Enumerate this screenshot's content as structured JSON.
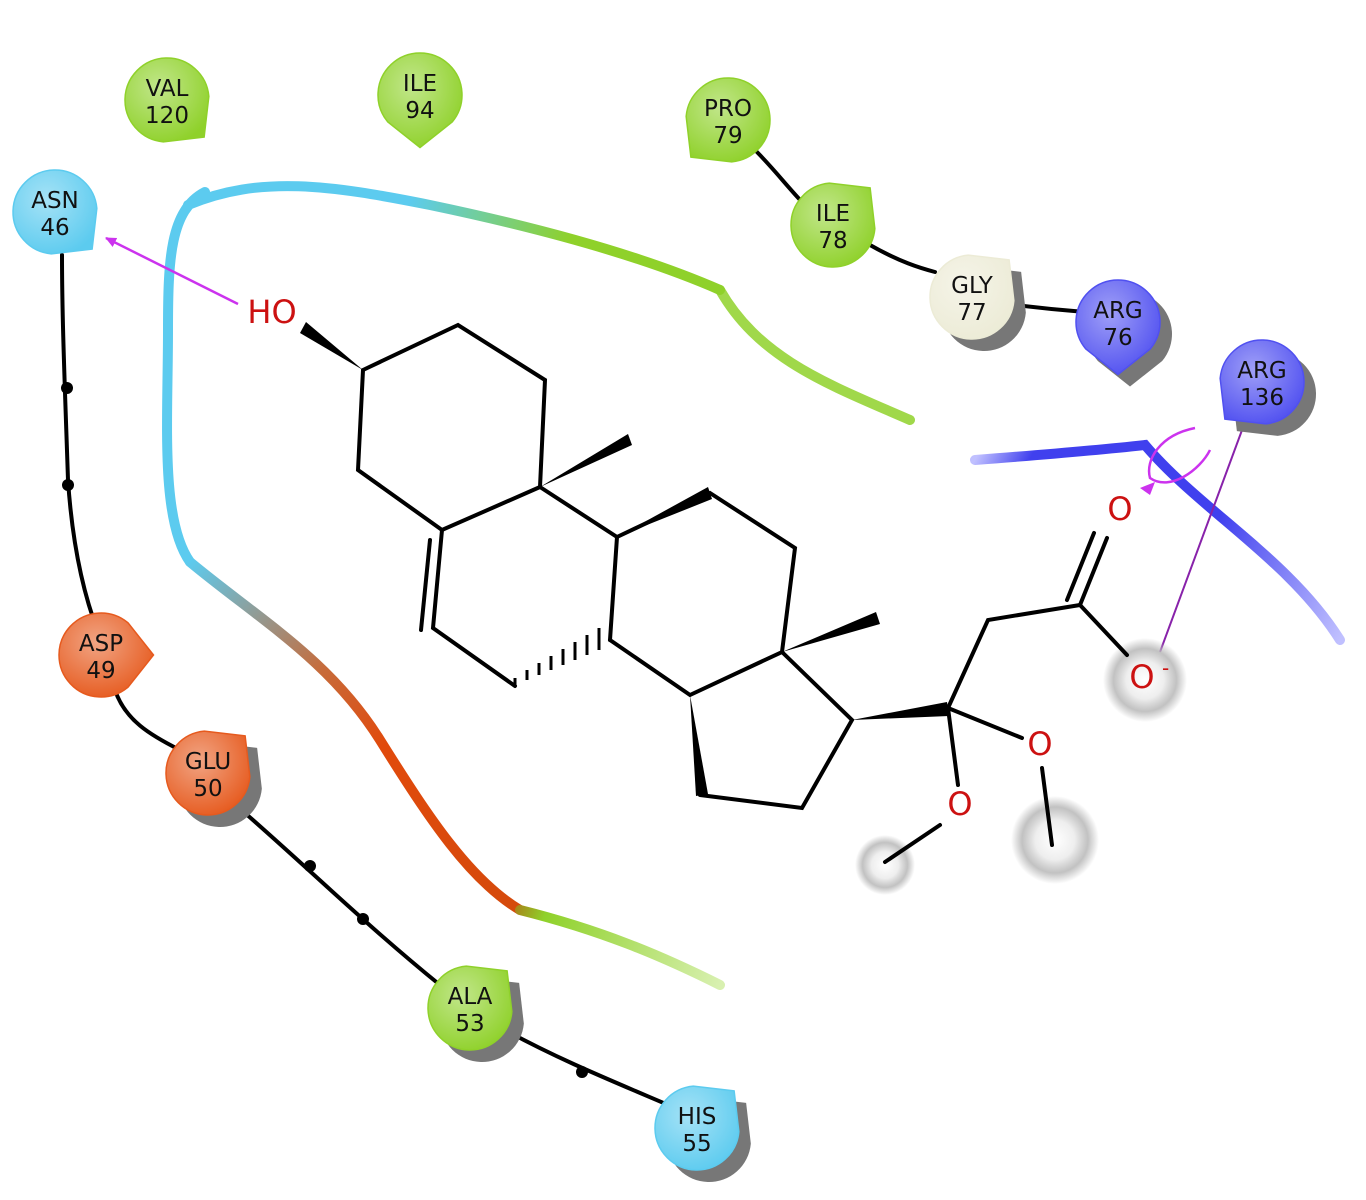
{
  "residues": [
    {
      "id": "val120",
      "name": "VAL",
      "num": "120",
      "fill": "#8fd12a",
      "pointer": "br",
      "shadow": false
    },
    {
      "id": "ile94",
      "name": "ILE",
      "num": "94",
      "fill": "#8fd12a",
      "pointer": "b",
      "shadow": false
    },
    {
      "id": "pro79",
      "name": "PRO",
      "num": "79",
      "fill": "#8fd12a",
      "pointer": "bl",
      "shadow": false
    },
    {
      "id": "ile78",
      "name": "ILE",
      "num": "78",
      "fill": "#8fd12a",
      "pointer": "tr",
      "shadow": false
    },
    {
      "id": "gly77",
      "name": "GLY",
      "num": "77",
      "fill": "#ecebd6",
      "pointer": "tr",
      "shadow": true
    },
    {
      "id": "arg76",
      "name": "ARG",
      "num": "76",
      "fill": "#5050f0",
      "pointer": "b",
      "shadow": true
    },
    {
      "id": "arg136",
      "name": "ARG",
      "num": "136",
      "fill": "#5050f0",
      "pointer": "bl",
      "shadow": true
    },
    {
      "id": "asn46",
      "name": "ASN",
      "num": "46",
      "fill": "#5ccbef",
      "pointer": "br",
      "shadow": false
    },
    {
      "id": "asp49",
      "name": "ASP",
      "num": "49",
      "fill": "#e65a1e",
      "pointer": "r",
      "shadow": false
    },
    {
      "id": "glu50",
      "name": "GLU",
      "num": "50",
      "fill": "#e65a1e",
      "pointer": "tr",
      "shadow": true
    },
    {
      "id": "ala53",
      "name": "ALA",
      "num": "53",
      "fill": "#8fd12a",
      "pointer": "tr",
      "shadow": true
    },
    {
      "id": "his55",
      "name": "HIS",
      "num": "55",
      "fill": "#5ccbef",
      "pointer": "tr",
      "shadow": true
    }
  ],
  "atoms": {
    "hydroxyl": "HO",
    "carbonyl_o": "O",
    "carboxylate_o": "O",
    "charge": "-",
    "ether_o_1": "O",
    "ether_o_2": "O"
  },
  "colors": {
    "hbond": "#cc33ee",
    "salt_bridge": "#8822aa",
    "hydrophobic": "#8fd12a",
    "polar": "#5ccbef",
    "negative": "#e65a1e",
    "positive": "#5050f0",
    "oxygen": "#cc1111"
  }
}
